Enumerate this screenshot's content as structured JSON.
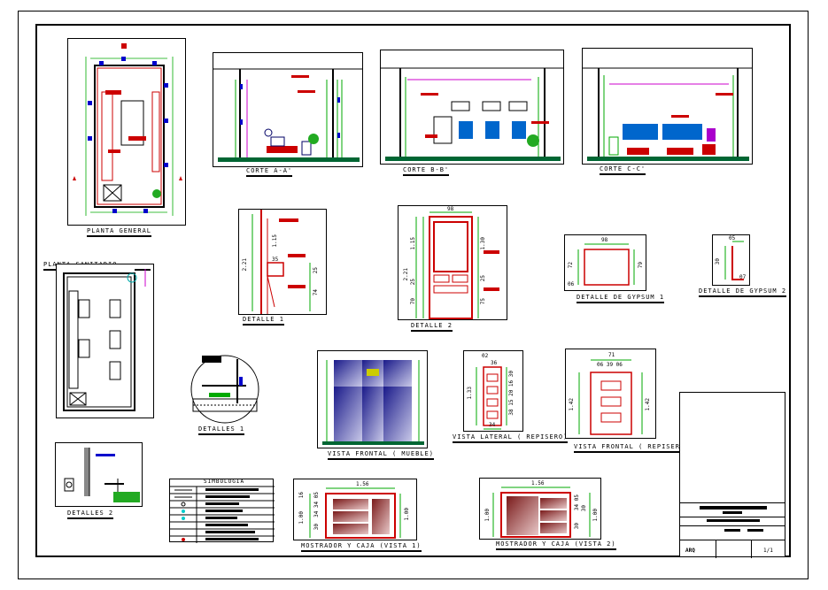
{
  "labels": {
    "planta_general": "PLANTA GENERAL",
    "planta_sanitario": "PLANTA SANITARIO",
    "corte_a": "CORTE A-A'",
    "corte_b": "CORTE B-B'",
    "corte_c": "CORTE C-C'",
    "detalle1": "DETALLE 1",
    "detalle2": "DETALLE 2",
    "detalle_gypsum1": "DETALLE DE GYPSUM 1",
    "detalle_gypsum2": "DETALLE DE GYPSUM 2",
    "detalles1": "DETALLES 1",
    "detalles2": "DETALLES 2",
    "vista_frontal_mueble": "VISTA FRONTAL ( MUEBLE)",
    "vista_lateral_repisero": "VISTA LATERAL ( REPISERO)",
    "vista_frontal_repisero": "VISTA FRONTAL ( REPISERO)",
    "mostrador_vista1": "MOSTRADOR Y CAJA (VISTA 1)",
    "mostrador_vista2": "MOSTRADOR Y CAJA (VISTA 2)",
    "simbologia": "SIMBOLOGIA"
  },
  "dims": {
    "d1_a": "2.21",
    "d1_b": "1.15",
    "d1_c": "35",
    "d1_d": "25",
    "d1_e": "74",
    "d2_top": "98",
    "d2_a": "2.21",
    "d2_b": "1.15",
    "d2_c": "1.30",
    "d2_d": "25",
    "d2_e": "25",
    "d2_f": "70",
    "d2_g": "75",
    "g1_top": "98",
    "g1_left": "72",
    "g1_right": "79",
    "g1_bottom": "06",
    "g2_top": "05",
    "g2_left": "30",
    "g2_bottom": "07",
    "vl_top": "02",
    "vl_a": "36",
    "vl_left": "1.33",
    "vl_right": "38 15 20 16 30",
    "vl_bottom": "34",
    "vf_top": "71",
    "vf_sub": "06 39 06",
    "vf_left": "1.42",
    "vf_right": "1.42",
    "m1_top": "1.56",
    "m1_a": "16",
    "m1_b": "1.00",
    "m1_c": "30",
    "m1_d": "34 34 05",
    "m1_e": "1.00",
    "m2_top": "1.56",
    "m2_a": "1.00",
    "m2_b": "30",
    "m2_c": "34 05",
    "m2_d": "30",
    "m2_e": "1.00"
  },
  "title_block": {
    "code": "ARQ",
    "sheet": "1/1"
  }
}
